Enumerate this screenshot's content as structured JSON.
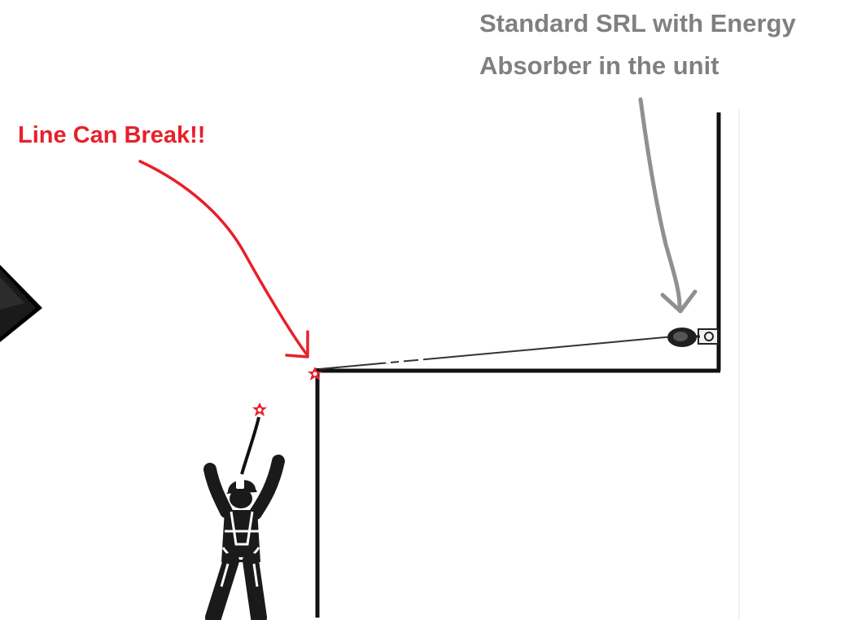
{
  "annotations": {
    "srl_line1": "Standard SRL with Energy",
    "srl_line2": "Absorber in the unit",
    "line_break": "Line Can Break!!"
  },
  "colors": {
    "srl_label": "#808080",
    "srl_arrow": "#909090",
    "break_label": "#e8202a",
    "break_arrow": "#e8202a",
    "structure": "#111111",
    "lifeline": "#333333",
    "page_edge": "#e6e6e6"
  },
  "icons": {
    "play": "play-triangle-icon",
    "worker": "falling-worker-icon",
    "srl": "self-retracting-lifeline-unit-icon",
    "break_point": "break-point-star-icon"
  }
}
